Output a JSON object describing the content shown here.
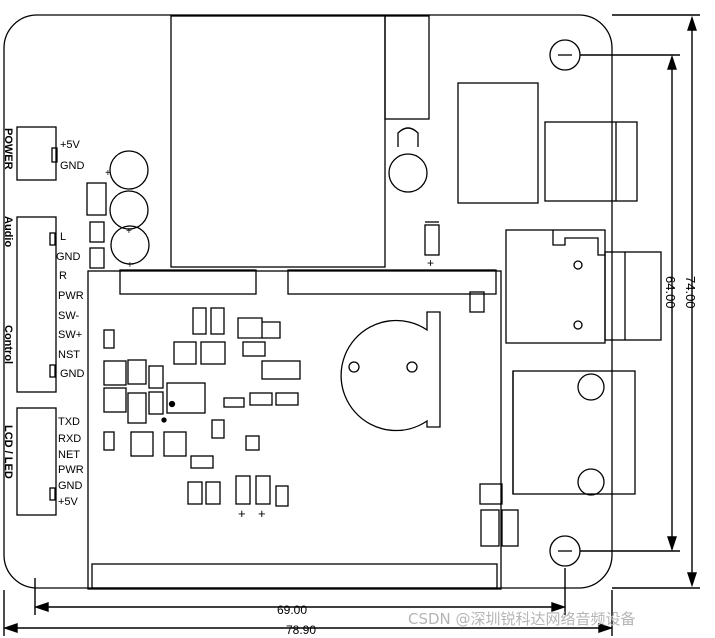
{
  "connectors": {
    "power": {
      "title": "POWER",
      "pins": [
        "+5V",
        "GND"
      ]
    },
    "audio": {
      "title": "Audio",
      "pins": [
        "L",
        "GND",
        "R"
      ]
    },
    "control": {
      "title": "Control",
      "pins": [
        "PWR",
        "SW-",
        "SW+",
        "NST",
        "GND"
      ]
    },
    "lcd": {
      "title": "LCD / LED",
      "pins": [
        "TXD",
        "RXD",
        "NET",
        "PWR",
        "GND",
        "+5V"
      ]
    }
  },
  "dimensions": {
    "height_outer": "74.00",
    "height_inner": "64.00",
    "width_inner": "69.00",
    "width_outer": "78.90"
  },
  "polarity_mark": "+",
  "watermark": "CSDN @深圳锐科达网络音频设备"
}
